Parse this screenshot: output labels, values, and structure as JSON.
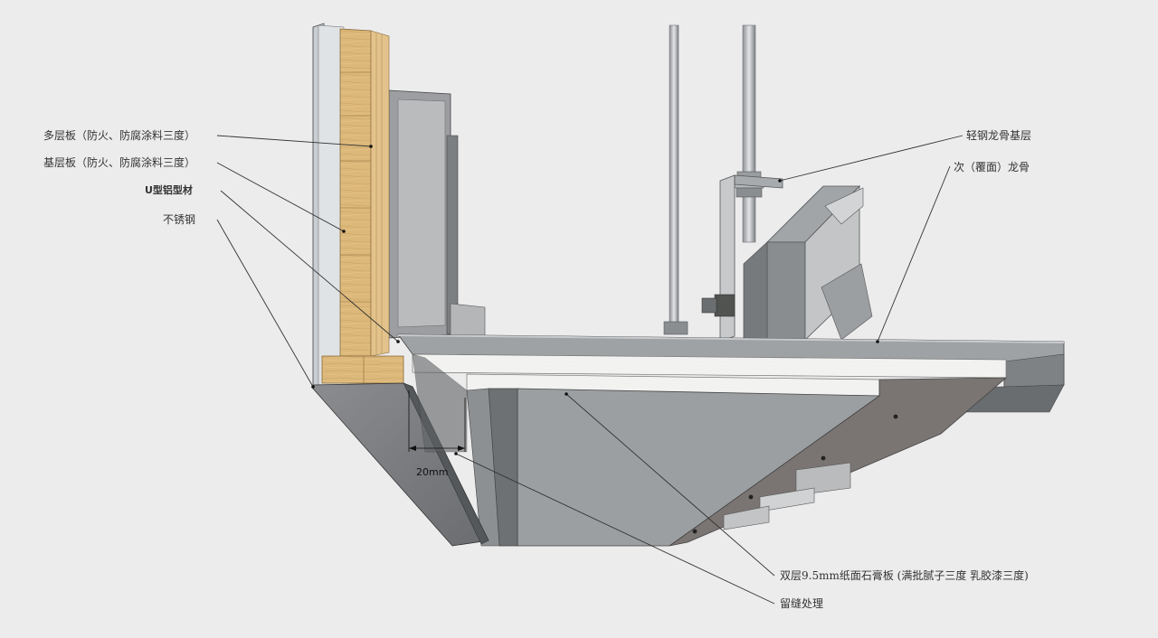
{
  "labels": {
    "multilayer_board": "多层板（防火、防腐涂料三度）",
    "base_board": "基层板（防火、防腐涂料三度）",
    "u_profile": "U型铝型材",
    "stainless_steel": "不锈钢",
    "light_steel_keel": "轻钢龙骨基层",
    "secondary_keel": "次（覆面）龙骨",
    "gypsum_board": "双层9.5mm纸面石膏板 (满批腻子三度 乳胶漆三度)",
    "reveal_joint": "留缝处理"
  },
  "dimension": {
    "gap": "20mm"
  },
  "colors": {
    "background": "#ececed",
    "wood": "#dcb87a",
    "steel_dark": "#6d7073",
    "steel_mid": "#8a8d90",
    "steel_light": "#b9bbbd",
    "gypsum": "#f4f4f2"
  }
}
